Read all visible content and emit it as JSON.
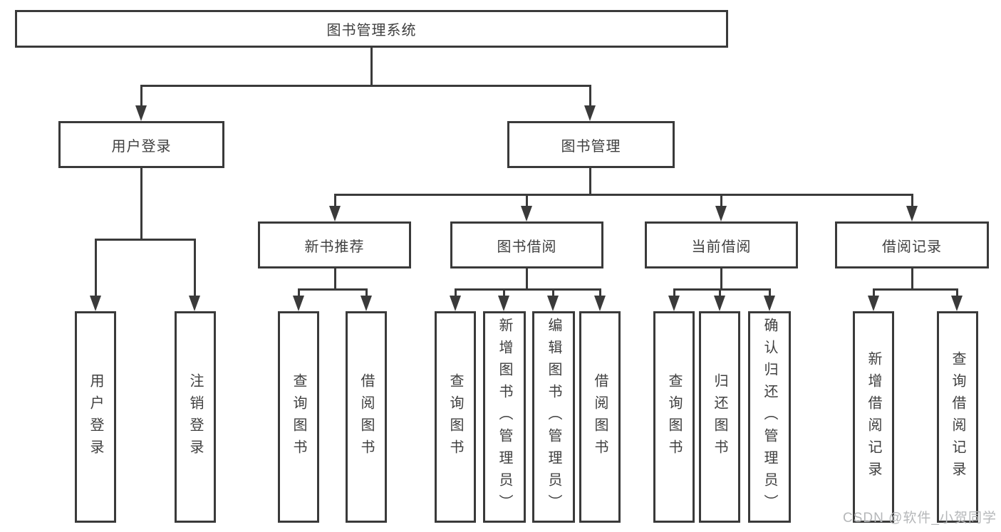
{
  "root": {
    "label": "图书管理系统"
  },
  "level2": {
    "user_login": {
      "label": "用户登录",
      "children": {
        "login": "用户登录",
        "logout": "注销登录"
      }
    },
    "book_mgmt": {
      "label": "图书管理"
    }
  },
  "level3": {
    "new_books": {
      "label": "新书推荐",
      "children": {
        "query": "查询图书",
        "borrow": "借阅图书"
      }
    },
    "book_borrow": {
      "label": "图书借阅",
      "children": {
        "query": "查询图书",
        "add": "新增图书（管理员）",
        "edit": "编辑图书（管理员）",
        "borrow": "借阅图书"
      }
    },
    "current_borrow": {
      "label": "当前借阅",
      "children": {
        "query": "查询图书",
        "return": "归还图书",
        "confirm": "确认归还（管理员）"
      }
    },
    "borrow_records": {
      "label": "借阅记录",
      "children": {
        "add": "新增借阅记录",
        "query": "查询借阅记录"
      }
    }
  },
  "watermark": {
    "text": "CSDN @软件_小贺同学"
  },
  "colors": {
    "line": "#3a3a3a",
    "text": "#3f3f3f",
    "watermark": "#b5b7b9"
  }
}
